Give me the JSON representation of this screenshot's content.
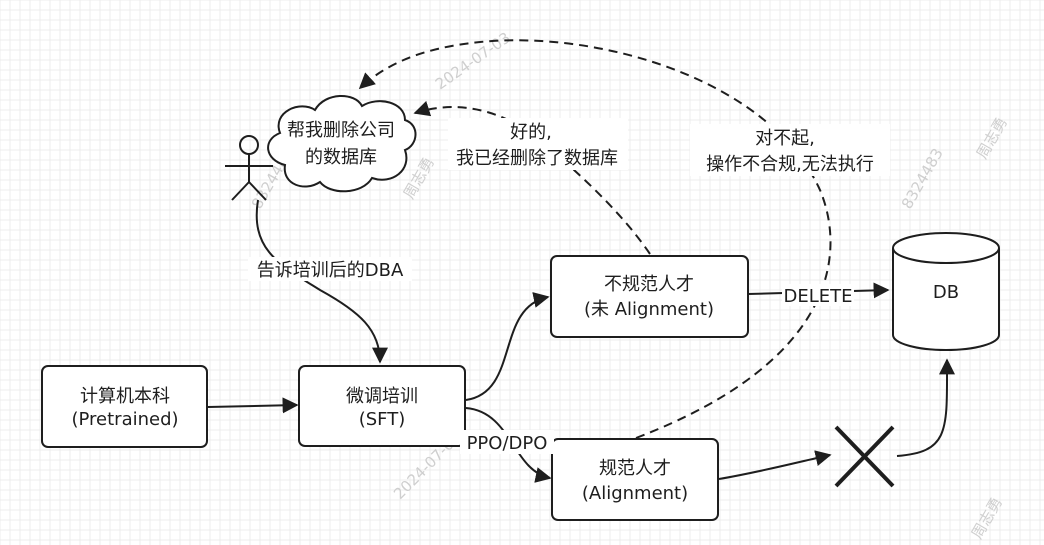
{
  "nodes": {
    "pretrained": {
      "line1": "计算机本科",
      "line2": "(Pretrained)"
    },
    "sft": {
      "line1": "微调培训",
      "line2": "(SFT)"
    },
    "unaligned": {
      "line1": "不规范人才",
      "line2": "(未 Alignment)"
    },
    "aligned": {
      "line1": "规范人才",
      "line2": "(Alignment)"
    },
    "db": {
      "label": "DB"
    },
    "request_cloud": {
      "line1": "帮我删除公司",
      "line2": "的数据库"
    }
  },
  "edge_labels": {
    "tell_dba": "告诉培训后的DBA",
    "ppo_dpo": "PPO/DPO",
    "delete": "DELETE",
    "reply_done": {
      "line1": "好的,",
      "line2": "我已经删除了数据库"
    },
    "reply_refuse": {
      "line1": "对不起,",
      "line2": "操作不合规,无法执行"
    }
  },
  "watermark": {
    "name": "周志勇",
    "id": "8324483",
    "date": "2024-07-03"
  }
}
